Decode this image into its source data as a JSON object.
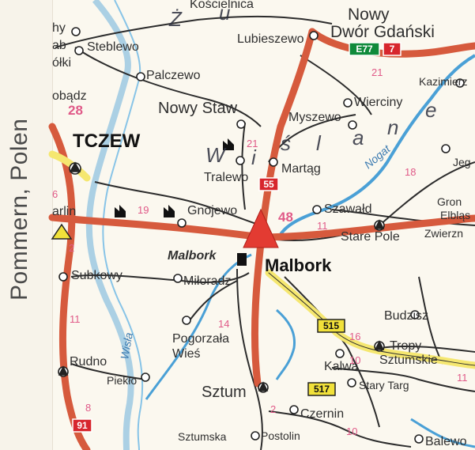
{
  "region": {
    "label": "Pommern, Polen"
  },
  "colors": {
    "river": "#4aa0d6",
    "road_main": "#d65a3d",
    "road_secondary": "#f5e770",
    "km": "#e05a88",
    "route_sign_national": "#d7262d",
    "route_sign_european": "#0f8a3a",
    "background": "#fbf8ef"
  },
  "places": {
    "kos_partial": "Kościelnica",
    "nowy_dwor": "Nowy",
    "nowy_dwor_2": "Dwór Gdański",
    "steblewo": "Steblewo",
    "stab": "ab",
    "chy": "hy",
    "olki": "ółki",
    "lubieszewo": "Lubieszewo",
    "palczewo": "Palczewo",
    "kazimierz": "Kazimierz",
    "obadz": "obądz",
    "nowy_staw": "Nowy Staw",
    "myszewo": "Myszewo",
    "wierciny": "Wierciny",
    "tczew": "TCZEW",
    "tralewo": "Tralewo",
    "martag": "Martąg",
    "jeg": "Jeg",
    "gron": "Gron",
    "elblas": "Elbląs",
    "zwierzn": "Zwierzn",
    "gnojewo": "Gnojewo",
    "szawald": "Szawałd",
    "stare_pole": "Stare Pole",
    "arlin": "arlin",
    "malbork_castle": "Malbork",
    "malbork_city": "Malbork",
    "subkowy": "Subkowy",
    "miloradz": "Miłoradz",
    "budzisz": "Budzisz",
    "pogorzala_wies": "Pogorzała",
    "pogorzala_wies_2": "Wieś",
    "tropy": "Tropy",
    "sztumskie": "Sztumskie",
    "rudno": "Rudno",
    "kalwa": "Kalwa",
    "piekło": "Piekło",
    "stary_targ": "Stary Targ",
    "sztum": "Sztum",
    "czernin": "Czernin",
    "sztumska": "Sztumska",
    "postolin": "Postolin",
    "balewo": "Balewo",
    "n_letter": "n"
  },
  "areas": {
    "z": "Ż",
    "u": "u",
    "w": "W",
    "i": "i",
    "s": "ś",
    "l": "l",
    "a": "a",
    "e": "e"
  },
  "rivers": {
    "nogat": "Nogat",
    "wisla": "Wisła"
  },
  "km_marks": [
    "21",
    "28",
    "21",
    "18",
    "6",
    "19",
    "11",
    "2",
    "11",
    "14",
    "16",
    "10",
    "11",
    "8",
    "2",
    "10"
  ],
  "road_signs": {
    "e77": "E77",
    "r7": "7",
    "r55": "55",
    "r48": "48",
    "r515": "515",
    "r517": "517",
    "r91": "91"
  }
}
